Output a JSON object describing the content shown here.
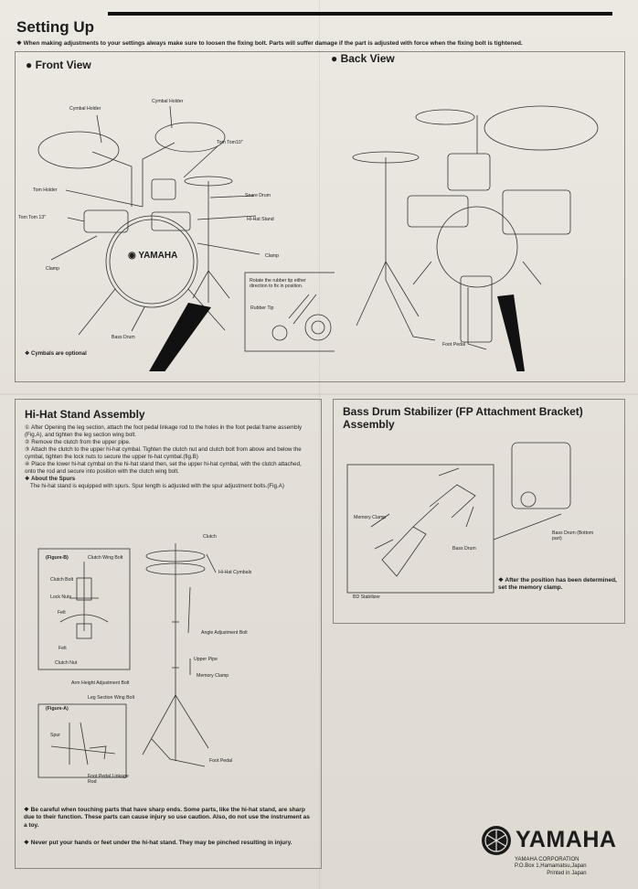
{
  "header": {
    "title": "Setting Up",
    "warning": "When making adjustments to your settings always make sure to loosen the fixing bolt. Parts will suffer damage if the part is adjusted with force when the fixing bolt is tightened."
  },
  "front_view": {
    "heading": "Front View",
    "labels": {
      "cymbal_holder_left": "Cymbal Holder",
      "cymbal_holder_right": "Cymbal Holder",
      "tom_tom_10": "Tom Tom10\"",
      "tom_holder": "Tom Holder",
      "tom_tom_13": "Tom Tom 13\"",
      "clamp_left": "Clamp",
      "snare_drum": "Snare Drum",
      "hihat_stand": "Hi-Hat Stand",
      "clamp_right": "Clamp",
      "bass_drum": "Bass Drum",
      "drum_logo": "YAMAHA"
    },
    "rubber_tip_note": "Rotate the rubber tip either direction to fix in position.",
    "rubber_tip_label": "Rubber Tip",
    "note": "Cymbals are optional"
  },
  "back_view": {
    "heading": "Back View",
    "foot_pedal": "Foot Pedal"
  },
  "hihat": {
    "heading": "Hi-Hat Stand Assembly",
    "steps": [
      "After Opening the leg section, attach the foot pedal linkage rod to the holes in the foot pedal frame assembly (Fig.A), and tighten the leg section wing bolt.",
      "Remove the clutch from the upper pipe.",
      "Attach the clutch to the upper hi-hat cymbal. Tighten the clutch nut and clutch bolt from above and below the cymbal, tighten the lock nuts to secure the upper hi-hat cymbal.(fig.B)",
      "Place the lower hi-hat cymbal on the hi-hat stand then, set the upper hi-hat cymbal, with the clutch attached, onto the rod and secure into position with the clutch wing bolt."
    ],
    "spurs_heading": "About the Spurs",
    "spurs_text": "The hi-hat stand is equipped with spurs. Spur length is adjusted with the spur adjustment bolts.(Fig.A)",
    "figure_b": {
      "title": "(Figure-B)",
      "clutch_wing_bolt": "Clutch Wing Bolt",
      "clutch_bolt": "Clutch Bolt",
      "lock_nuts": "Lock Nuts",
      "felt_top": "Felt",
      "felt_bottom": "Felt",
      "clutch_nut": "Clutch Nut"
    },
    "figure_a": {
      "title": "(Figure-A)",
      "spur": "Spur",
      "foot_pedal_linkage_rod": "Foot Pedal Linkage Rod"
    },
    "labels": {
      "clutch": "Clutch",
      "hihat_cymbals": "Hi-Hat Cymbals",
      "angle_adjustment_bolt": "Angle Adjustment Bolt",
      "upper_pipe": "Upper Pipe",
      "memory_clamp": "Memory Clamp",
      "arm_height": "Arm Height Adjustment Bolt",
      "leg_section_wing_bolt": "Leg Section Wing Bolt",
      "foot_pedal": "Foot Pedal"
    },
    "cautions": [
      "Be careful when touching parts that have sharp ends. Some parts, like the hi-hat stand, are sharp due to their function. These parts can cause injury so use caution. Also, do not use the instrument as a toy.",
      "Never put your hands or feet under the hi-hat stand. They may be pinched resulting in injury."
    ]
  },
  "bass_stabilizer": {
    "heading": "Bass Drum Stabilizer (FP Attachment Bracket) Assembly",
    "labels": {
      "memory_clamp": "Memory Clamp",
      "bass_drum": "Bass Drum",
      "bd_stabilizer": "BD Stabilizer",
      "bass_drum_bottom": "Bass Drum (Bottom part)"
    },
    "note": "After the position has been determined, set the memory clamp."
  },
  "footer": {
    "brand": "YAMAHA",
    "corp": "YAMAHA CORPORATION",
    "address": "P.O.Box 1,Hamamatsu,Japan",
    "printed": "Printed in Japan"
  }
}
